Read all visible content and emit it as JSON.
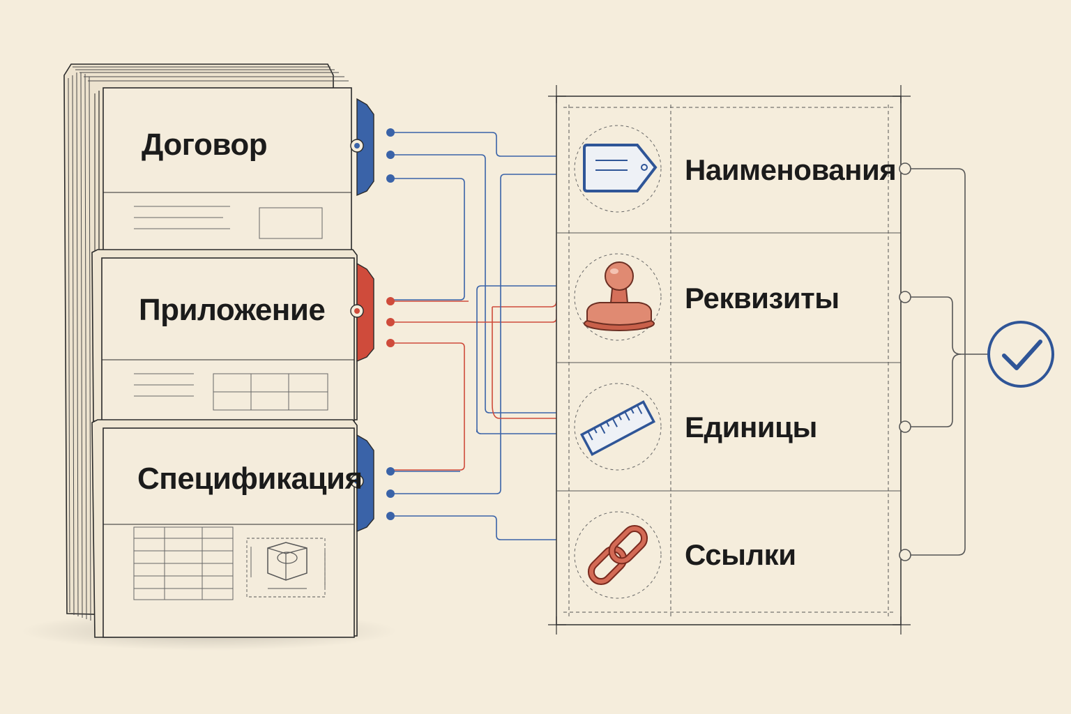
{
  "documents": [
    {
      "title": "Договор",
      "tab_color": "#3a63a8"
    },
    {
      "title": "Приложение",
      "tab_color": "#cf4b3b"
    },
    {
      "title": "Спецификация",
      "tab_color": "#3a63a8"
    }
  ],
  "fields": [
    {
      "label": "Наименования",
      "icon": "tag-icon"
    },
    {
      "label": "Реквизиты",
      "icon": "stamp-icon"
    },
    {
      "label": "Единицы",
      "icon": "ruler-icon"
    },
    {
      "label": "Ссылки",
      "icon": "chain-link-icon"
    }
  ],
  "result": {
    "icon": "checkmark-circle-icon"
  },
  "colors": {
    "background": "#f5eddc",
    "blue": "#3a63a8",
    "red": "#cf4b3b",
    "ink": "#2a2a2a",
    "paper": "#f3ebdb"
  }
}
